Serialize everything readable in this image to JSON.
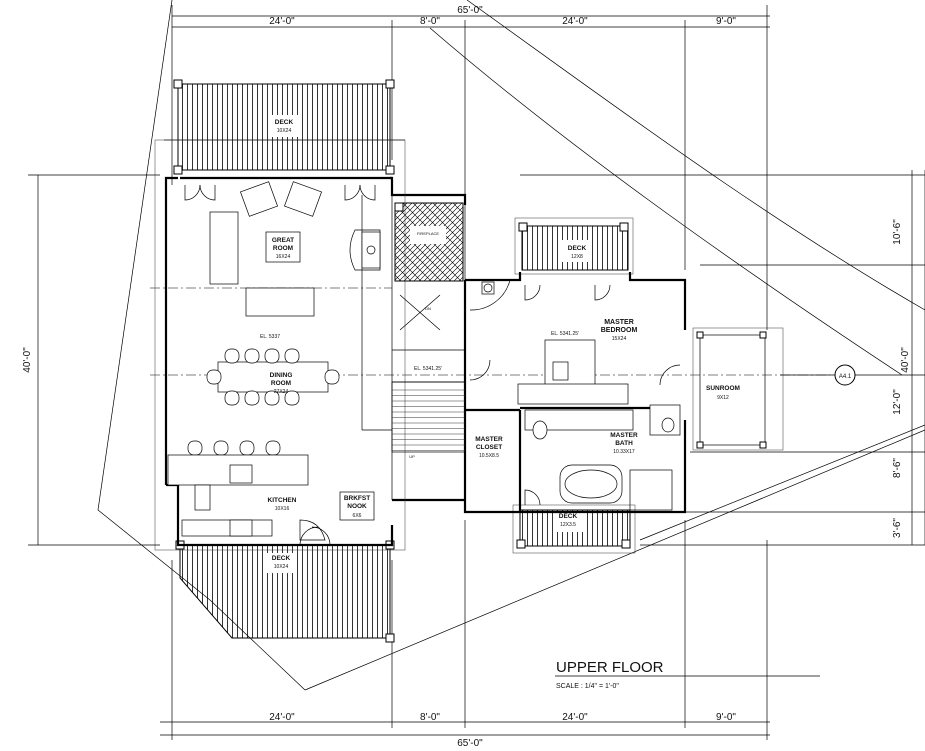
{
  "drawing": {
    "title": "UPPER FLOOR",
    "scale": "SCALE : 1/4\" = 1'-0\""
  },
  "dimensions": {
    "overall": "65'-0\"",
    "left_height": "40'-0\"",
    "right_height": "40'-0\"",
    "horizontal_segments": [
      "24'-0\"",
      "8'-0\"",
      "24'-0\"",
      "9'-0\""
    ],
    "right_segments": [
      "10'-6\"",
      "12'-0\"",
      "8'-6\"",
      "3'-6\""
    ]
  },
  "rooms": {
    "deck_top": {
      "name": "DECK",
      "size": "10X24"
    },
    "great_room": {
      "name1": "GREAT",
      "name2": "ROOM",
      "size": "16X24"
    },
    "dining_room": {
      "name1": "DINING",
      "name2": "ROOM",
      "size": "27X24"
    },
    "kitchen": {
      "name": "KITCHEN",
      "size": "10X16"
    },
    "breakfast_nook": {
      "name1": "BRKFST",
      "name2": "NOOK",
      "size": "6X6"
    },
    "deck_bottom": {
      "name": "DECK",
      "size": "10X24"
    },
    "deck_master": {
      "name": "DECK",
      "size": "12X8"
    },
    "master_bedroom": {
      "name1": "MASTER",
      "name2": "BEDROOM",
      "size": "15X24"
    },
    "sunroom": {
      "name": "SUNROOM",
      "size": "9X12"
    },
    "master_closet": {
      "name1": "MASTER",
      "name2": "CLOSET",
      "size": "10.5X8.5"
    },
    "master_bath": {
      "name1": "MASTER",
      "name2": "BATH",
      "size": "10.33X17"
    },
    "deck_small": {
      "name": "DECK",
      "size": "12X3.5"
    }
  },
  "annotations": {
    "elevation_main": "EL. 5337",
    "elevation_stair": "EL. 5341.25'",
    "elevation_master": "EL. 5341.25'",
    "fireplace": "FIREPLACE",
    "section_marker": "A4.1",
    "stair_down": "DN",
    "stair_up": "UP"
  }
}
